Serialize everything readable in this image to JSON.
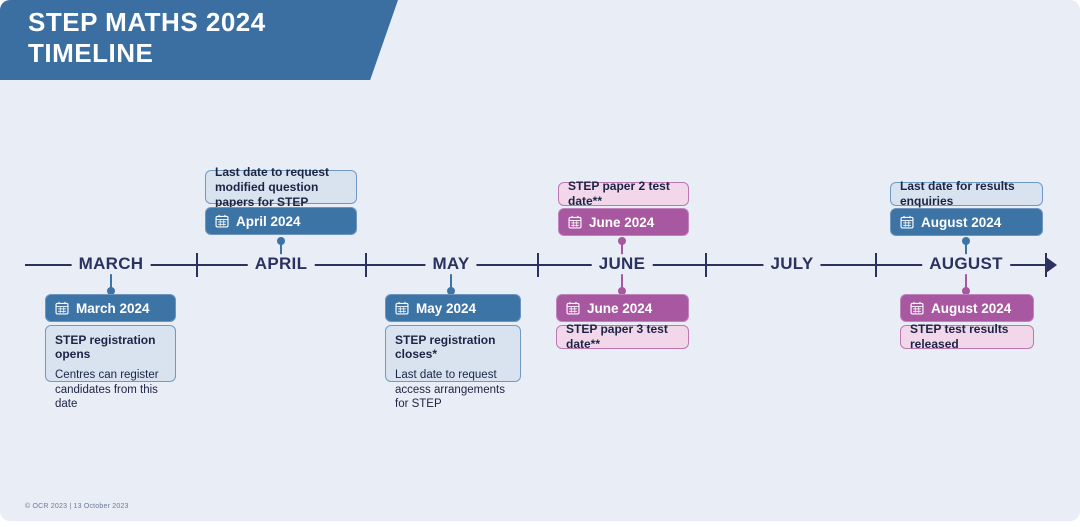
{
  "header": {
    "title": "STEP MATHS 2024 TIMELINE"
  },
  "timeline": {
    "months": [
      {
        "label": "MARCH"
      },
      {
        "label": "APRIL"
      },
      {
        "label": "MAY"
      },
      {
        "label": "JUNE"
      },
      {
        "label": "JULY"
      },
      {
        "label": "AUGUST"
      }
    ]
  },
  "events": [
    {
      "id": "march-below",
      "badge": {
        "label": "March 2024"
      },
      "details": {
        "title": "STEP registration opens",
        "body": "Centres can register candidates from this date"
      }
    },
    {
      "id": "april-above",
      "badge": {
        "label": "April 2024"
      },
      "note": "Last date to request modified question papers for STEP"
    },
    {
      "id": "may-below",
      "badge": {
        "label": "May 2024"
      },
      "details": {
        "title": "STEP registration closes*",
        "body": "Last date to request access arrangements for STEP"
      }
    },
    {
      "id": "june-above",
      "badge": {
        "label": "June 2024"
      },
      "note": "STEP paper 2 test date**"
    },
    {
      "id": "june-below",
      "badge": {
        "label": "June 2024"
      },
      "note": "STEP paper 3 test date**"
    },
    {
      "id": "august-above",
      "badge": {
        "label": "August 2024"
      },
      "note": "Last date for results enquiries"
    },
    {
      "id": "august-below",
      "badge": {
        "label": "August 2024"
      },
      "note": "STEP test results released"
    }
  ],
  "footer": {
    "copyright": "© OCR 2023 | 13 October 2023"
  },
  "colors": {
    "header_bg": "#3b6fa2",
    "card_bg": "#e9edf6",
    "axis_navy": "#2b3260",
    "event_blue": "#3d74a6",
    "event_magenta": "#a857a1",
    "note_light_blue_bg": "#d9e3f0",
    "note_light_blue_border": "#6f9ac5",
    "note_pink_bg": "#f2d7ea",
    "note_pink_border": "#bd77b3"
  }
}
